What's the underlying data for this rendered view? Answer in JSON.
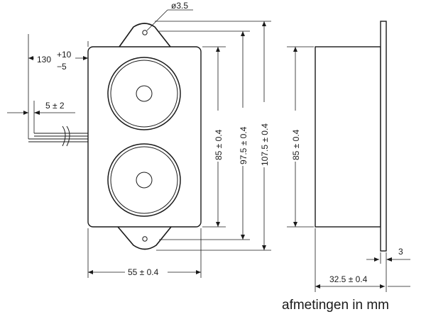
{
  "labels": {
    "hole_diameter": "ø3.5",
    "wire_length_base": "130",
    "wire_length_plus": "+10",
    "wire_length_minus": "−5",
    "strip_length": "5 ± 2",
    "width": "55 ± 0.4",
    "height_body": "85 ± 0.4",
    "height_mid": "97.5 ± 0.4",
    "height_total": "107.5 ± 0.4",
    "side_height": "85 ± 0.4",
    "flange_thickness": "3",
    "depth": "32.5 ± 0.4"
  },
  "caption": "afmetingen in mm"
}
